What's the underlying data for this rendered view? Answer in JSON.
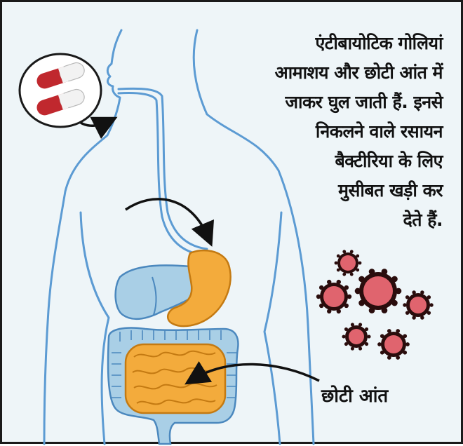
{
  "caption_lines": [
    "एंटीबायोटिक गोलियां",
    "आमाशय और छोटी आंत में",
    "जाकर घुल जाती हैं. इनसे",
    "निकलने वाले रसायन",
    "बैक्टीरिया के लिए",
    "मुसीबत खड़ी कर",
    "देते हैं."
  ],
  "small_intestine_label": "छोटी आंत",
  "colors": {
    "background": "#eef5f8",
    "body_outline": "#5c9bd3",
    "liver": "#a9cfe6",
    "stomach": "#f3ab3c",
    "large_intestine": "#a9cfe6",
    "small_intestine": "#f3ab3c",
    "capsule_red": "#c0282e",
    "bacteria": "#e0646e",
    "bacteria_spikes": "#2a0d0d",
    "arrows": "#111111"
  }
}
